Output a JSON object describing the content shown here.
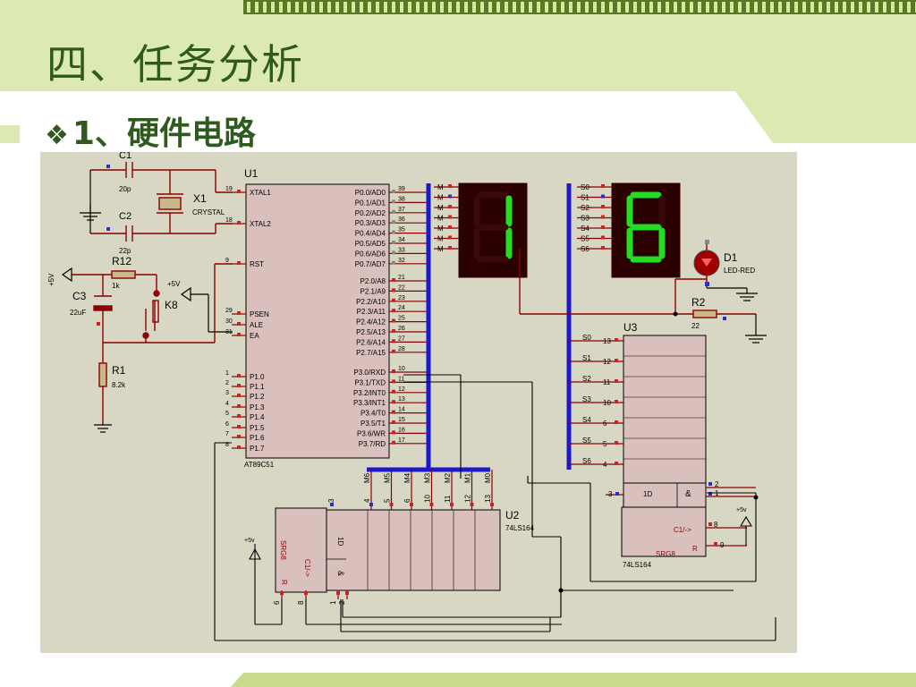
{
  "slide": {
    "title": "四、任务分析",
    "subtitle_bullet": "❖",
    "subtitle": "1、硬件电路"
  },
  "diagram": {
    "C1": {
      "ref": "C1",
      "value": "20p"
    },
    "C2": {
      "ref": "C2",
      "value": "22p"
    },
    "X1": {
      "ref": "X1",
      "value": "CRYSTAL"
    },
    "R12": {
      "ref": "R12",
      "value": "1k"
    },
    "C3": {
      "ref": "C3",
      "value": "22uF"
    },
    "K8": {
      "ref": "K8"
    },
    "R1": {
      "ref": "R1",
      "value": "8.2k"
    },
    "vcc": "+5V",
    "vcc_small": "+5v",
    "U1": {
      "ref": "U1",
      "part": "AT89C51",
      "left_pins": [
        {
          "num": "19",
          "name": "XTAL1"
        },
        {
          "num": "18",
          "name": "XTAL2"
        },
        {
          "num": "9",
          "name": "RST"
        },
        {
          "num": "29",
          "name": "PSEN"
        },
        {
          "num": "30",
          "name": "ALE"
        },
        {
          "num": "31",
          "name": "EA"
        },
        {
          "num": "1",
          "name": "P1.0"
        },
        {
          "num": "2",
          "name": "P1.1"
        },
        {
          "num": "3",
          "name": "P1.2"
        },
        {
          "num": "4",
          "name": "P1.3"
        },
        {
          "num": "5",
          "name": "P1.4"
        },
        {
          "num": "6",
          "name": "P1.5"
        },
        {
          "num": "7",
          "name": "P1.6"
        },
        {
          "num": "8",
          "name": "P1.7"
        }
      ],
      "right_pins": [
        {
          "num": "39",
          "name": "P0.0/AD0"
        },
        {
          "num": "38",
          "name": "P0.1/AD1"
        },
        {
          "num": "37",
          "name": "P0.2/AD2"
        },
        {
          "num": "36",
          "name": "P0.3/AD3"
        },
        {
          "num": "35",
          "name": "P0.4/AD4"
        },
        {
          "num": "34",
          "name": "P0.5/AD5"
        },
        {
          "num": "33",
          "name": "P0.6/AD6"
        },
        {
          "num": "32",
          "name": "P0.7/AD7"
        },
        {
          "num": "21",
          "name": "P2.0/A8"
        },
        {
          "num": "22",
          "name": "P2.1/A9"
        },
        {
          "num": "23",
          "name": "P2.2/A10"
        },
        {
          "num": "24",
          "name": "P2.3/A11"
        },
        {
          "num": "25",
          "name": "P2.4/A12"
        },
        {
          "num": "26",
          "name": "P2.5/A13"
        },
        {
          "num": "27",
          "name": "P2.6/A14"
        },
        {
          "num": "28",
          "name": "P2.7/A15"
        },
        {
          "num": "10",
          "name": "P3.0/RXD"
        },
        {
          "num": "11",
          "name": "P3.1/TXD"
        },
        {
          "num": "12",
          "name": "P3.2/INT0"
        },
        {
          "num": "13",
          "name": "P3.3/INT1"
        },
        {
          "num": "14",
          "name": "P3.4/T0"
        },
        {
          "num": "15",
          "name": "P3.5/T1"
        },
        {
          "num": "16",
          "name": "P3.6/WR"
        },
        {
          "num": "17",
          "name": "P3.7/RD"
        }
      ]
    },
    "display1": {
      "labels": [
        "M",
        "M",
        "M",
        "M",
        "M",
        "M",
        "M"
      ],
      "digit": "1"
    },
    "display2": {
      "labels": [
        "S0",
        "S1",
        "S2",
        "S3",
        "S4",
        "S5",
        "S6"
      ],
      "digit": "6"
    },
    "D1": {
      "ref": "D1",
      "value": "LED-RED"
    },
    "R2": {
      "ref": "R2",
      "value": "22"
    },
    "U3": {
      "ref": "U3",
      "part": "74LS164",
      "outputs": [
        {
          "label": "S0",
          "num": "13"
        },
        {
          "label": "S1",
          "num": "12"
        },
        {
          "label": "S2",
          "num": "11"
        },
        {
          "label": "S3",
          "num": "10"
        },
        {
          "label": "S4",
          "num": "6"
        },
        {
          "label": "S5",
          "num": "5"
        },
        {
          "label": "S6",
          "num": "4"
        }
      ],
      "pin_3": "3",
      "d_label": "1D",
      "and_label": "&",
      "pin_2": "2",
      "pin_1": "1",
      "pin_8": "8",
      "pin_9": "9",
      "clk_label": "C1/->",
      "r_label": "R",
      "srg_label": "SRG8"
    },
    "U2": {
      "ref": "U2",
      "part": "74LS164",
      "outputs": [
        {
          "label": "M6",
          "num": "4"
        },
        {
          "label": "M5",
          "num": "5"
        },
        {
          "label": "M4",
          "num": "6"
        },
        {
          "label": "M3",
          "num": "10"
        },
        {
          "label": "M2",
          "num": "11"
        },
        {
          "label": "M1",
          "num": "12"
        },
        {
          "label": "M0",
          "num": "13"
        }
      ],
      "pin_3": "3",
      "d_label": "1D",
      "and_label": "&",
      "srg_label": "SRG8",
      "clk_label": "C1/->",
      "r_label": "R",
      "pin_6": "6",
      "pin_8": "8",
      "pin_1": "1",
      "pin_2": "2"
    }
  }
}
